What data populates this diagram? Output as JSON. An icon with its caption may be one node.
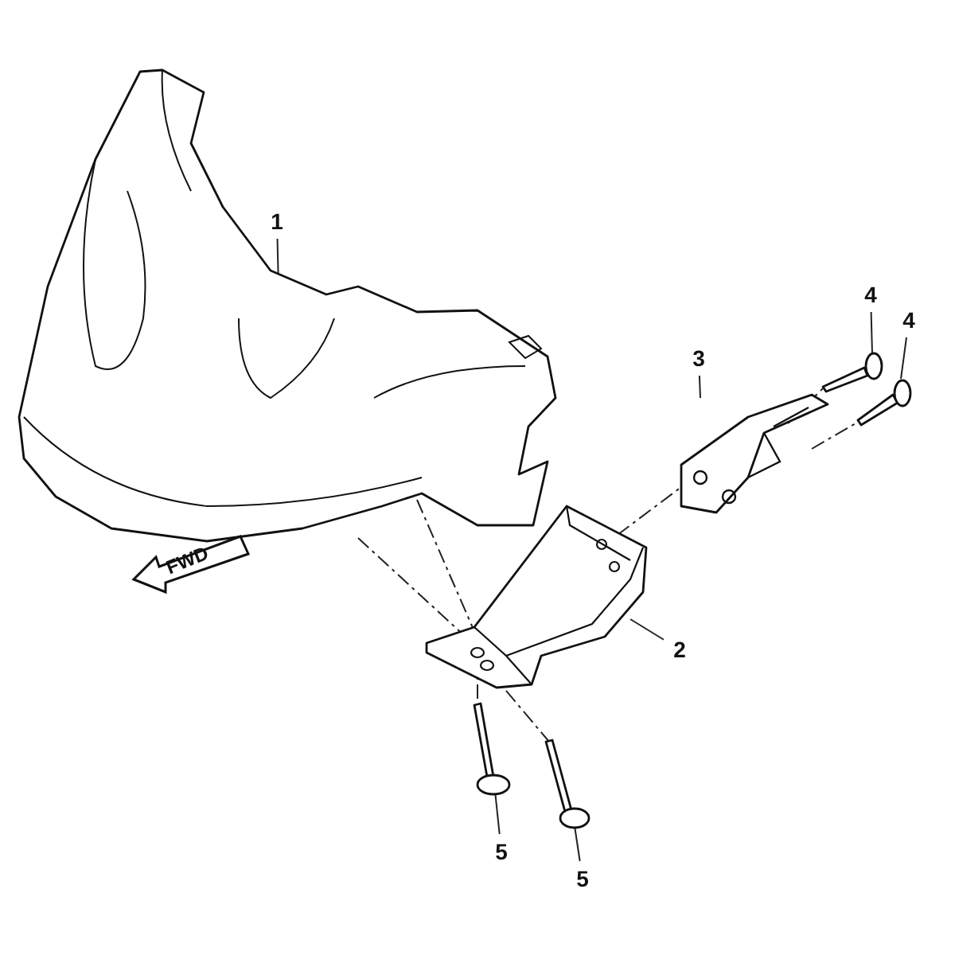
{
  "diagram": {
    "nodes": [
      {
        "text": [
          "1"
        ]
      },
      {
        "text": [],
        "shape": "picture"
      },
      {
        "text": [
          "3"
        ]
      },
      {
        "text": [],
        "shape": "picture"
      },
      {
        "text": [
          "4"
        ]
      },
      {
        "text": [],
        "shape": "picture"
      },
      {
        "text": [
          "4"
        ]
      },
      {
        "text": [],
        "shape": "picture"
      },
      {
        "text": [
          "2"
        ]
      },
      {
        "text": [],
        "shape": "picture"
      },
      {
        "text": [
          "5"
        ]
      },
      {
        "text": [],
        "shape": "picture"
      },
      {
        "text": [
          "5"
        ]
      },
      {
        "text": [],
        "shape": "picture"
      }
    ],
    "edges": [
      {
        "from": 0,
        "to": 1,
        "arrow": "none"
      },
      {
        "from": 2,
        "to": 3,
        "arrow": "none"
      },
      {
        "from": 4,
        "to": 5,
        "arrow": "none"
      },
      {
        "from": 6,
        "to": 7,
        "arrow": "none"
      },
      {
        "from": 8,
        "to": 9,
        "arrow": "none"
      },
      {
        "from": 10,
        "to": 11,
        "arrow": "none"
      },
      {
        "from": 12,
        "to": 13,
        "arrow": "none"
      },
      {
        "from": 1,
        "to": 9,
        "arrow": "none",
        "style": "dashed"
      },
      {
        "from": 1,
        "to": 9,
        "arrow": "none",
        "style": "dashed"
      },
      {
        "from": 3,
        "to": 5,
        "arrow": "none",
        "style": "dashed"
      },
      {
        "from": 3,
        "to": 7,
        "arrow": "none",
        "style": "dashed"
      },
      {
        "from": 9,
        "to": 11,
        "arrow": "none",
        "style": "dashed"
      },
      {
        "from": 9,
        "to": 13,
        "arrow": "none",
        "style": "dashed"
      },
      {
        "from": 3,
        "to": 9,
        "arrow": "none",
        "style": "dashed"
      }
    ],
    "labels": [
      "FWD"
    ]
  }
}
